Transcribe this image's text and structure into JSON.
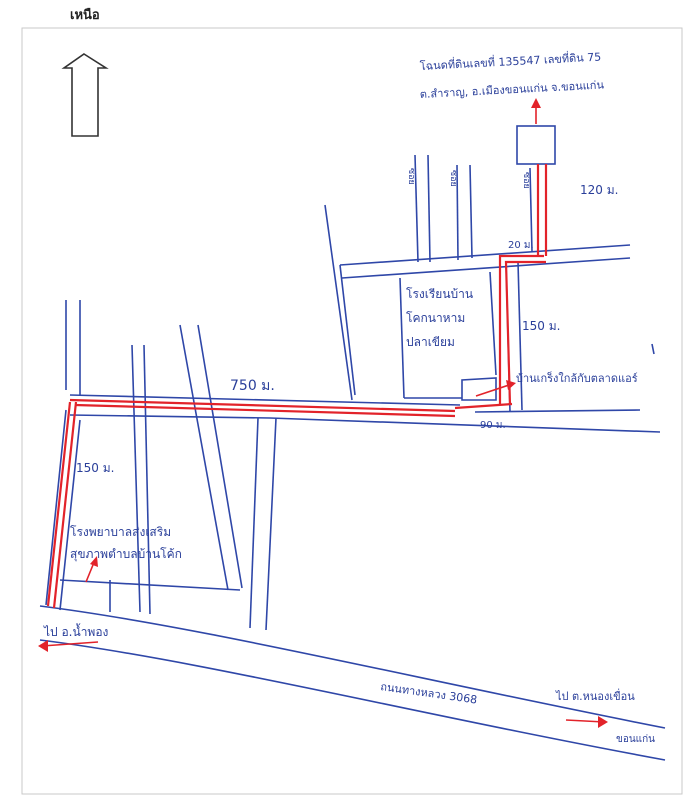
{
  "north_label": "เหนือ",
  "labels": {
    "destination_line1": "โฉนดที่ดินเลขที่ 135547 เลขที่ดิน 75",
    "destination_line2": "ต.สำราญ, อ.เมืองขอนแก่น จ.ขอนแก่น",
    "dist_120": "120 ม.",
    "dist_20": "20 ม.",
    "dist_150_right": "150 ม.",
    "dist_750": "750 ม.",
    "dist_90": "90 ม.",
    "dist_150_left": "150 ม.",
    "school_line1": "โรงเรียนบ้าน",
    "school_line2": "โคกนาหาม",
    "school_line3": "ปลาเขียม",
    "shop_label": "บ้านเกร็งใกล้กับตลาดแอร์",
    "hospital_line1": "โรงพยาบาลส่งเสริม",
    "hospital_line2": "สุขภาพตำบลบ้านโค้ก",
    "to_left": "ไป อ.น้ำพอง",
    "road_name": "ถนนทางหลวง 3068",
    "to_right_line1": "ไป ต.หนองเขื่อน",
    "to_right_line2": "ขอนแก่น",
    "soi_1": "ซอย",
    "soi_2": "ซอย",
    "soi_3": "ซอย"
  }
}
